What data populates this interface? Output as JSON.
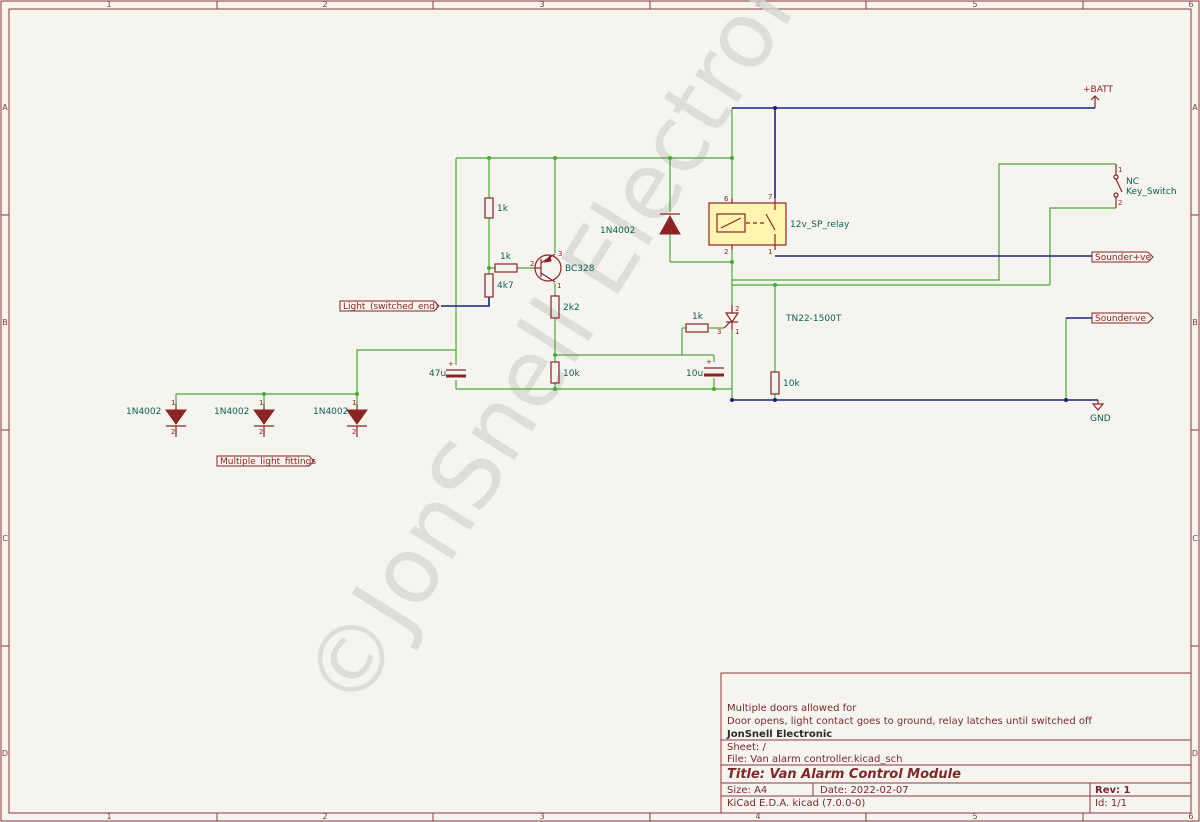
{
  "frame": {
    "columns": [
      "1",
      "2",
      "3",
      "4",
      "5",
      "6"
    ],
    "rows": [
      "A",
      "B",
      "C",
      "D"
    ]
  },
  "watermark": "©JonSnell Electronic",
  "components": {
    "r_top": "1k",
    "r_base": "1k",
    "r_4k7": "4k7",
    "transistor": "BC328",
    "r_2k2": "2k2",
    "r_10k_mid": "10k",
    "cap_47u": "47u",
    "cap_10u": "10u",
    "r_gate": "1k",
    "scr": "TN22-1500T",
    "r_10k_right": "10k",
    "diode_relay": "1N4002",
    "relay": "12v_SP_relay",
    "switch_nc": "NC",
    "switch_name": "Key_Switch",
    "diode1": "1N4002",
    "diode2": "1N4002",
    "diode3": "1N4002"
  },
  "net_labels": {
    "batt": "+BATT",
    "gnd": "GND",
    "light_switched": "Light_(switched_end)",
    "multiple_light": "Multiple_light_fittings",
    "sounder_pos": "Sounder+ve",
    "sounder_neg": "Sounder-ve"
  },
  "title_block": {
    "comment1": "Multiple doors allowed for",
    "comment2": "Door opens, light contact goes to ground, relay latches until switched off",
    "company": "JonSnell Electronic",
    "sheet": "Sheet: /",
    "file": "File: Van alarm controller.kicad_sch",
    "title": "Title: Van Alarm Control Module",
    "size": "Size: A4",
    "date": "Date: 2022-02-07",
    "rev": "Rev: 1",
    "tool": "KiCad E.D.A.  kicad (7.0.0-0)",
    "id": "Id: 1/1"
  }
}
